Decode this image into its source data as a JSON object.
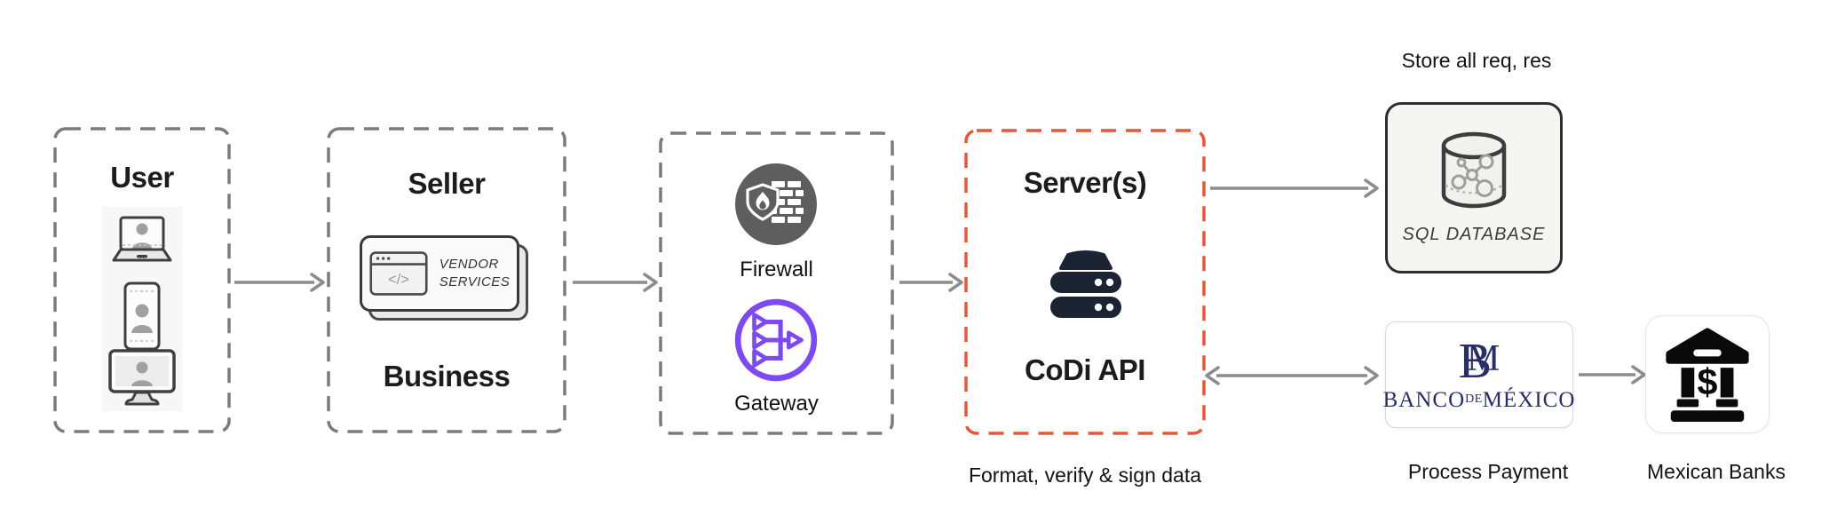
{
  "nodes": {
    "user": {
      "title": "User"
    },
    "seller": {
      "title": "Seller",
      "subtitle": "Business",
      "vendor_card": {
        "line1": "VENDOR",
        "line2": "SERVICES",
        "code_glyph": "</>"
      }
    },
    "security": {
      "firewall_label": "Firewall",
      "gateway_label": "Gateway"
    },
    "server": {
      "title": "Server(s)",
      "api_label": "CoDi API",
      "caption": "Format, verify & sign data"
    },
    "database": {
      "caption": "Store all req, res",
      "label": "SQL DATABASE"
    },
    "banxico": {
      "monogram_b": "B",
      "monogram_m": "M",
      "name_banco": "BANCO",
      "name_de": "DE",
      "name_mexico": "MÉXICO",
      "caption": "Process Payment"
    },
    "banks": {
      "caption": "Mexican Banks",
      "dollar_glyph": "$"
    }
  },
  "icons": {
    "user_devices": [
      "laptop-user-icon",
      "phone-user-icon",
      "monitor-user-icon"
    ],
    "seller": "browser-code-icon",
    "security": [
      "firewall-icon",
      "gateway-icon"
    ],
    "server": "server-stack-icon",
    "database": "database-cylinder-icon",
    "banks": "bank-building-icon"
  },
  "colors": {
    "box_border_gray": "#7b7b7b",
    "accent_orange": "#E05A3A",
    "gateway_purple": "#7C4AF0",
    "server_navy": "#1C2333",
    "banxico_navy": "#272f66",
    "arrow_gray": "#8c8c8c",
    "firewall_gray": "#5E5E5E"
  }
}
